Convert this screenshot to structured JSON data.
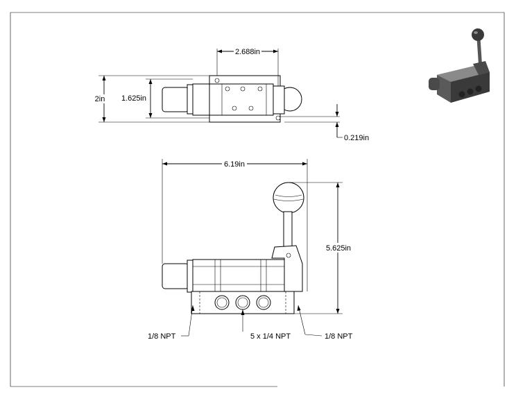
{
  "top_view": {
    "width_label": "2.688in",
    "height_total_label": "2in",
    "height_body_label": "1.625in",
    "offset_label": "0.219in"
  },
  "front_view": {
    "width_label": "6.19in",
    "height_label": "5.625in",
    "port_left_label": "1/8 NPT",
    "ports_label": "5 x 1/4 NPT",
    "port_right_label": "1/8 NPT"
  },
  "colors": {
    "line": "#000000",
    "iso_dark": "#3a3a3a",
    "iso_mid": "#5a5a5a",
    "iso_light": "#8a8a8a"
  }
}
